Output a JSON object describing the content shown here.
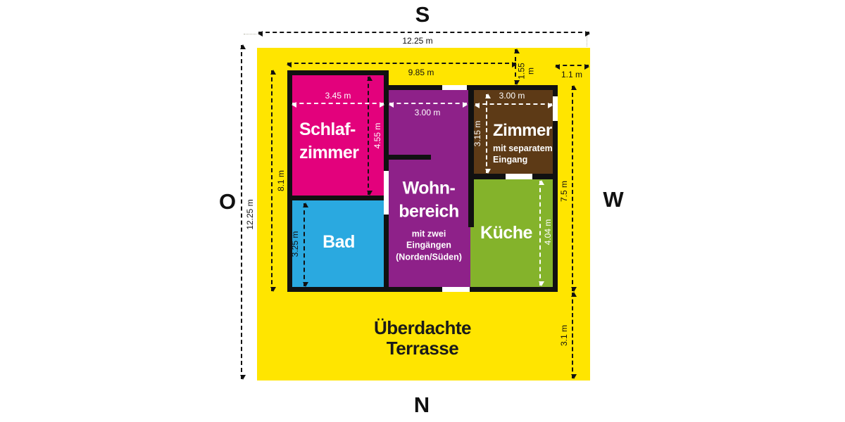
{
  "compass": {
    "south": "S",
    "north": "N",
    "east": "O",
    "west": "W"
  },
  "colors": {
    "terrace_yellow": "#FFE500",
    "schlafzimmer_pink": "#E3017C",
    "bad_blue": "#2AA9E0",
    "wohnbereich_purple": "#8E2189",
    "zimmer_brown": "#5D3A16",
    "kueche_green": "#84B32B",
    "wall_black": "#111111"
  },
  "terrace": {
    "name": "Überdachte\nTerrasse"
  },
  "rooms": {
    "schlafzimmer": {
      "name": "Schlaf-\nzimmer"
    },
    "bad": {
      "name": "Bad"
    },
    "wohnbereich": {
      "name": "Wohn-\nbereich",
      "subtitle": "mit zwei\nEingängen\n(Norden/Süden)"
    },
    "zimmer": {
      "name": "Zimmer",
      "subtitle": "mit separatem\nEingang"
    },
    "kueche": {
      "name": "Küche"
    }
  },
  "dimensions": {
    "site_width": "12.25 m",
    "site_height": "12.25 m",
    "house_width": "9.85 m",
    "south_offset": "1.55 m",
    "west_offset": "1.1 m",
    "schlafzimmer_width": "3.45 m",
    "schlafzimmer_height": "4.55 m",
    "wohnbereich_width": "3.00 m",
    "zimmer_width": "3.00 m",
    "zimmer_height": "3.15 m",
    "bad_height": "3.25 m",
    "house_height": "8.1 m",
    "kueche_height": "4.04 m",
    "west_side": "7.5 m",
    "terrace_north": "3.1 m"
  }
}
